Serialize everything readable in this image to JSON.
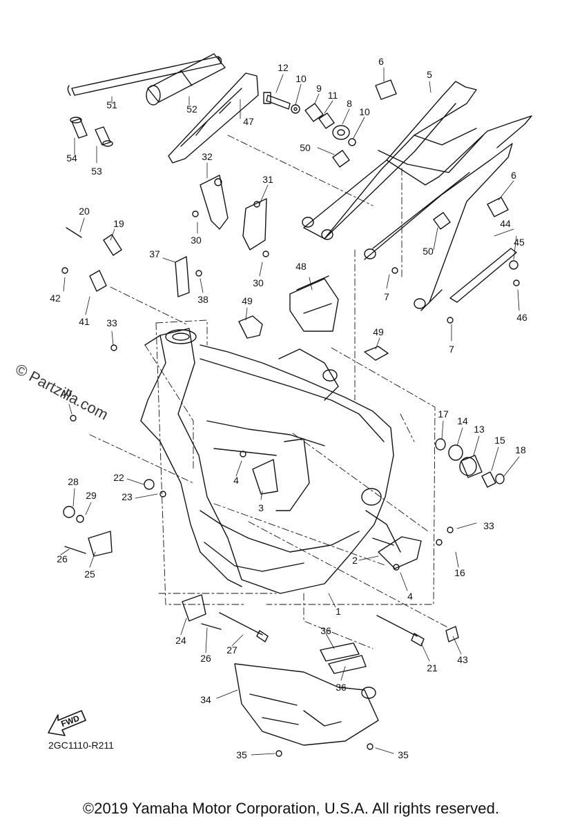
{
  "callouts": [
    {
      "id": "c51",
      "label": "51"
    },
    {
      "id": "c52",
      "label": "52"
    },
    {
      "id": "c47",
      "label": "47"
    },
    {
      "id": "c54",
      "label": "54"
    },
    {
      "id": "c53",
      "label": "53"
    },
    {
      "id": "c12",
      "label": "12"
    },
    {
      "id": "c10a",
      "label": "10"
    },
    {
      "id": "c9",
      "label": "9"
    },
    {
      "id": "c11",
      "label": "11"
    },
    {
      "id": "c8",
      "label": "8"
    },
    {
      "id": "c10b",
      "label": "10"
    },
    {
      "id": "c6a",
      "label": "6"
    },
    {
      "id": "c5",
      "label": "5"
    },
    {
      "id": "c50a",
      "label": "50"
    },
    {
      "id": "c6b",
      "label": "6"
    },
    {
      "id": "c32",
      "label": "32"
    },
    {
      "id": "c31",
      "label": "31"
    },
    {
      "id": "c20",
      "label": "20"
    },
    {
      "id": "c19",
      "label": "19"
    },
    {
      "id": "c30a",
      "label": "30"
    },
    {
      "id": "c44",
      "label": "44"
    },
    {
      "id": "c45",
      "label": "45"
    },
    {
      "id": "c50b",
      "label": "50"
    },
    {
      "id": "c37",
      "label": "37"
    },
    {
      "id": "c30b",
      "label": "30"
    },
    {
      "id": "c48",
      "label": "48"
    },
    {
      "id": "c7a",
      "label": "7"
    },
    {
      "id": "c46",
      "label": "46"
    },
    {
      "id": "c42",
      "label": "42"
    },
    {
      "id": "c38",
      "label": "38"
    },
    {
      "id": "c49a",
      "label": "49"
    },
    {
      "id": "c41",
      "label": "41"
    },
    {
      "id": "c33a",
      "label": "33"
    },
    {
      "id": "c7b",
      "label": "7"
    },
    {
      "id": "c49b",
      "label": "49"
    },
    {
      "id": "c40",
      "label": "40"
    },
    {
      "id": "c17",
      "label": "17"
    },
    {
      "id": "c14",
      "label": "14"
    },
    {
      "id": "c13",
      "label": "13"
    },
    {
      "id": "c15",
      "label": "15"
    },
    {
      "id": "c18",
      "label": "18"
    },
    {
      "id": "c4a",
      "label": "4"
    },
    {
      "id": "c28",
      "label": "28"
    },
    {
      "id": "c22",
      "label": "22"
    },
    {
      "id": "c29",
      "label": "29"
    },
    {
      "id": "c23",
      "label": "23"
    },
    {
      "id": "c3",
      "label": "3"
    },
    {
      "id": "c33b",
      "label": "33"
    },
    {
      "id": "c26a",
      "label": "26"
    },
    {
      "id": "c25",
      "label": "25"
    },
    {
      "id": "c2",
      "label": "2"
    },
    {
      "id": "c16",
      "label": "16"
    },
    {
      "id": "c4b",
      "label": "4"
    },
    {
      "id": "c1",
      "label": "1"
    },
    {
      "id": "c24",
      "label": "24"
    },
    {
      "id": "c27",
      "label": "27"
    },
    {
      "id": "c26b",
      "label": "26"
    },
    {
      "id": "c36a",
      "label": "36"
    },
    {
      "id": "c21",
      "label": "21"
    },
    {
      "id": "c43",
      "label": "43"
    },
    {
      "id": "c36b",
      "label": "36"
    },
    {
      "id": "c34",
      "label": "34"
    },
    {
      "id": "c35a",
      "label": "35"
    },
    {
      "id": "c35b",
      "label": "35"
    }
  ],
  "fwd_label": "FWD",
  "reference_code": "2GC1110-R211",
  "watermark": "© Partzilla.com",
  "footer": "©2019 Yamaha Motor Corporation, U.S.A. All rights reserved."
}
